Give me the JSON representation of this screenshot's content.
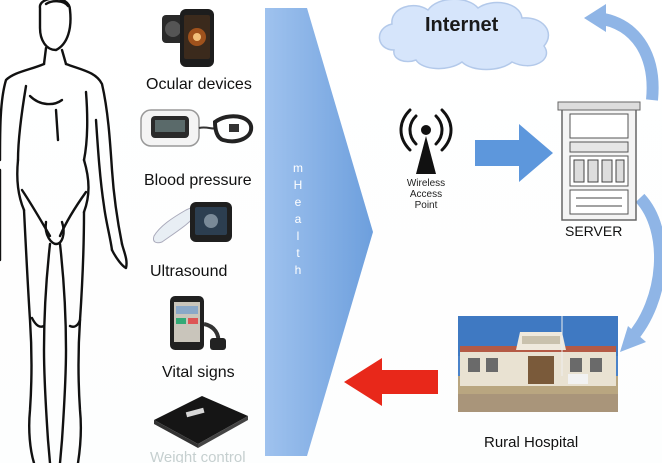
{
  "labels": {
    "internet": "Internet",
    "mhealth": "mHealth",
    "wireless": [
      "Wireless",
      "Access",
      "Point"
    ],
    "server": "SERVER",
    "rural_hospital": "Rural Hospital",
    "devices": {
      "ocular": "Ocular devices",
      "blood_pressure": "Blood pressure",
      "ultrasound": "Ultrasound",
      "vital_signs": "Vital signs",
      "weight": "Weight control"
    }
  },
  "colors": {
    "mhealth_arrow": "#8cb4e8",
    "blue_arrow": "#5d97dc",
    "red_arrow": "#e8281a",
    "cloud": "#dbe8fb"
  },
  "icons": [
    "human-body-icon",
    "ocular-device-icon",
    "blood-pressure-monitor-icon",
    "ultrasound-device-icon",
    "vital-signs-phone-icon",
    "weight-scale-icon",
    "wifi-tower-icon",
    "server-rack-icon",
    "cloud-icon",
    "hospital-photo"
  ]
}
